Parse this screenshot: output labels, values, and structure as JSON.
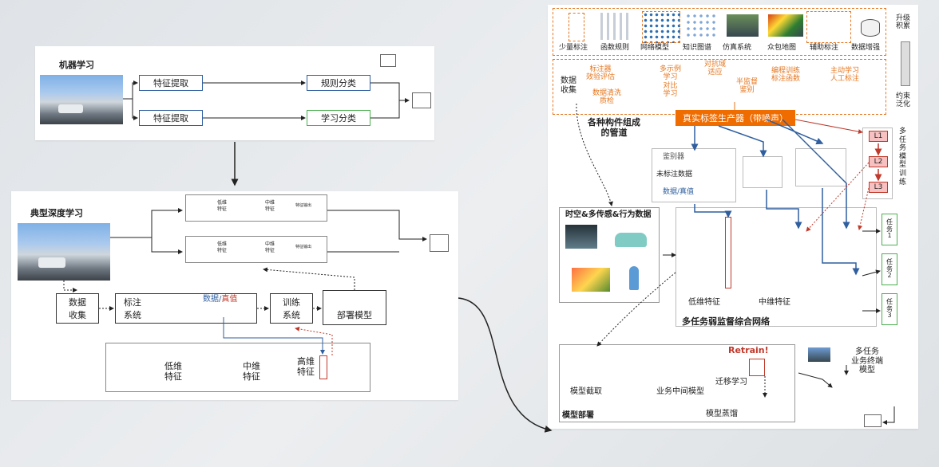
{
  "watermark": "",
  "ml": {
    "title": "机器学习",
    "row1_left": "特征提取",
    "row1_right": "规则分类",
    "row2_left": "特征提取",
    "row2_right": "学习分类"
  },
  "dl": {
    "title": "典型深度学习",
    "collect": [
      "数据",
      "收集"
    ],
    "annotate": [
      "标注",
      "系统"
    ],
    "data_true": [
      "数据/",
      "真值"
    ],
    "train": [
      "训练",
      "系统"
    ],
    "deploy": "部署模型",
    "low": [
      "低维",
      "特征"
    ],
    "mid": [
      "中维",
      "特征"
    ],
    "high": [
      "高维",
      "特征"
    ],
    "mini_low": [
      "低维",
      "特征"
    ],
    "mini_mid": [
      "中维",
      "特征"
    ],
    "mini_out": "特征输出"
  },
  "right": {
    "top_items": [
      "少量标注",
      "函数规则",
      "网络模型",
      "知识图谱",
      "仿真系统",
      "众包地图",
      "辅助标注",
      "数据增强"
    ],
    "upgrade": [
      "升级",
      "积累"
    ],
    "constrain": [
      "约束",
      "泛化"
    ],
    "data_collect": [
      "数据",
      "收集"
    ],
    "orange_notes": [
      [
        "标注器",
        "效验评估"
      ],
      [
        "数据清洗",
        "质检"
      ],
      [
        "多示例",
        "学习",
        "对比",
        "学习"
      ],
      [
        "对抗域",
        "适应"
      ],
      [
        "半监督",
        "鉴别"
      ],
      [
        "编程训练",
        "标注函数"
      ],
      [
        "主动学习",
        "人工标注"
      ]
    ],
    "generator": "真实标签生产器（带噪声）",
    "pipeline": [
      "各种构件组成",
      "的管道"
    ],
    "discriminator": "鉴别器",
    "unlabeled": "未标注数据",
    "data_true": "数据/真值",
    "multitask_train": [
      "多",
      "任",
      "务",
      "模",
      "型",
      "训",
      "练"
    ],
    "layers": [
      "L1",
      "L2",
      "L3"
    ],
    "tasks": [
      [
        "任",
        "务",
        "1"
      ],
      [
        "任",
        "务",
        "2"
      ],
      [
        "任",
        "务",
        "3"
      ]
    ],
    "spatio": "时空&多传感&行为数据",
    "low": "低维特征",
    "mid": "中维特征",
    "network": "多任务弱监督综合网络",
    "deploy_title": "模型部署",
    "retrain": "Retrain",
    "model_cut": "模型截取",
    "biz_model": "业务中间模型",
    "transfer": "迁移学习",
    "distill": "模型蒸馏",
    "terminal": [
      "多任务",
      "业务终端",
      "模型"
    ]
  },
  "colors": {
    "accent": "#e5761f",
    "blue": "#2f5f9f",
    "green": "#4caf50",
    "red": "#c0392b"
  }
}
